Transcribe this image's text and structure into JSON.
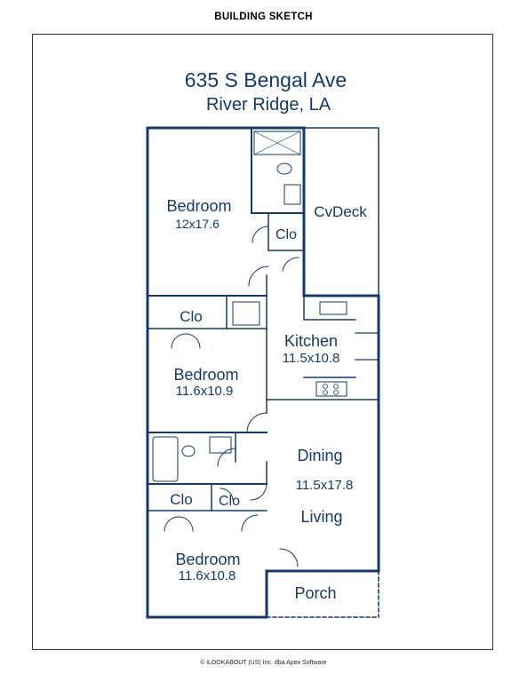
{
  "header": {
    "title": "BUILDING SKETCH"
  },
  "address": {
    "street": "635 S Bengal Ave",
    "city": "River Ridge, LA"
  },
  "rooms": {
    "bedroom_top": {
      "name": "Bedroom",
      "dims": "12x17.6"
    },
    "bedroom_middle": {
      "name": "Bedroom",
      "dims": "11.6x10.9"
    },
    "bedroom_bottom": {
      "name": "Bedroom",
      "dims": "11.6x10.8"
    },
    "kitchen": {
      "name": "Kitchen",
      "dims": "11.5x10.8"
    },
    "dining": {
      "name": "Dining",
      "dims": "11.5x17.8"
    },
    "living": {
      "name": "Living"
    },
    "cvdeck": {
      "name": "CvDeck"
    },
    "porch": {
      "name": "Porch"
    },
    "closet_top": {
      "name": "Clo"
    },
    "closet_middle": {
      "name": "Clo"
    },
    "closet_bottom_left": {
      "name": "Clo"
    },
    "closet_bottom_right": {
      "name": "Clo"
    }
  },
  "footer": {
    "text": "© iLOOKABOUT (US) Inc. dba Apex Software"
  },
  "colors": {
    "wall": "#14396b",
    "text": "#14396b",
    "frame": "#333333"
  }
}
